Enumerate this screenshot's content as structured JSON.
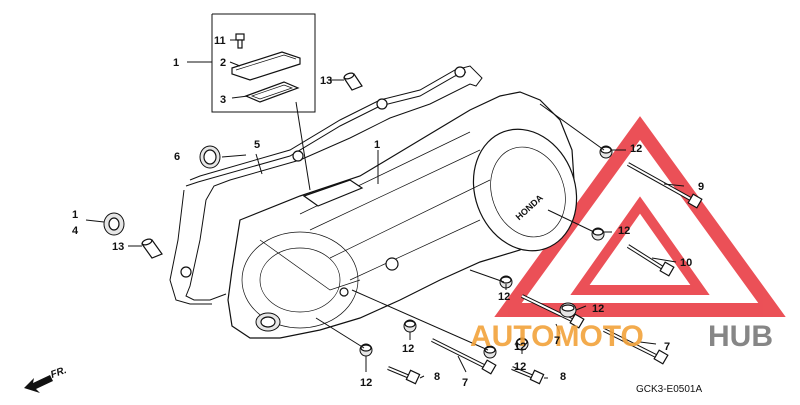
{
  "diagram": {
    "code": "GCK3-E0501A",
    "direction_label": "FR.",
    "cover_brand": "HONDA",
    "callouts": {
      "c1a": "1",
      "c2": "2",
      "c3": "3",
      "c11": "11",
      "c13a": "13",
      "c6": "6",
      "c5": "5",
      "c1b": "1",
      "c1c": "1",
      "c4": "4",
      "c13b": "13",
      "c12a": "12",
      "c9": "9",
      "c12b": "12",
      "c10": "10",
      "c12c": "12",
      "c12d": "12",
      "c7a": "7",
      "c12e": "12",
      "c7b": "7",
      "c12f": "12",
      "c12g": "12",
      "c12h": "12",
      "c8a": "8",
      "c7c": "7",
      "c8b": "8"
    }
  },
  "watermark": {
    "word_left": "AUTOMOTO",
    "word_right": "HUB",
    "color_orange": "#f2a23a",
    "color_red": "#e8323a",
    "color_gray": "#7a7a7a"
  }
}
